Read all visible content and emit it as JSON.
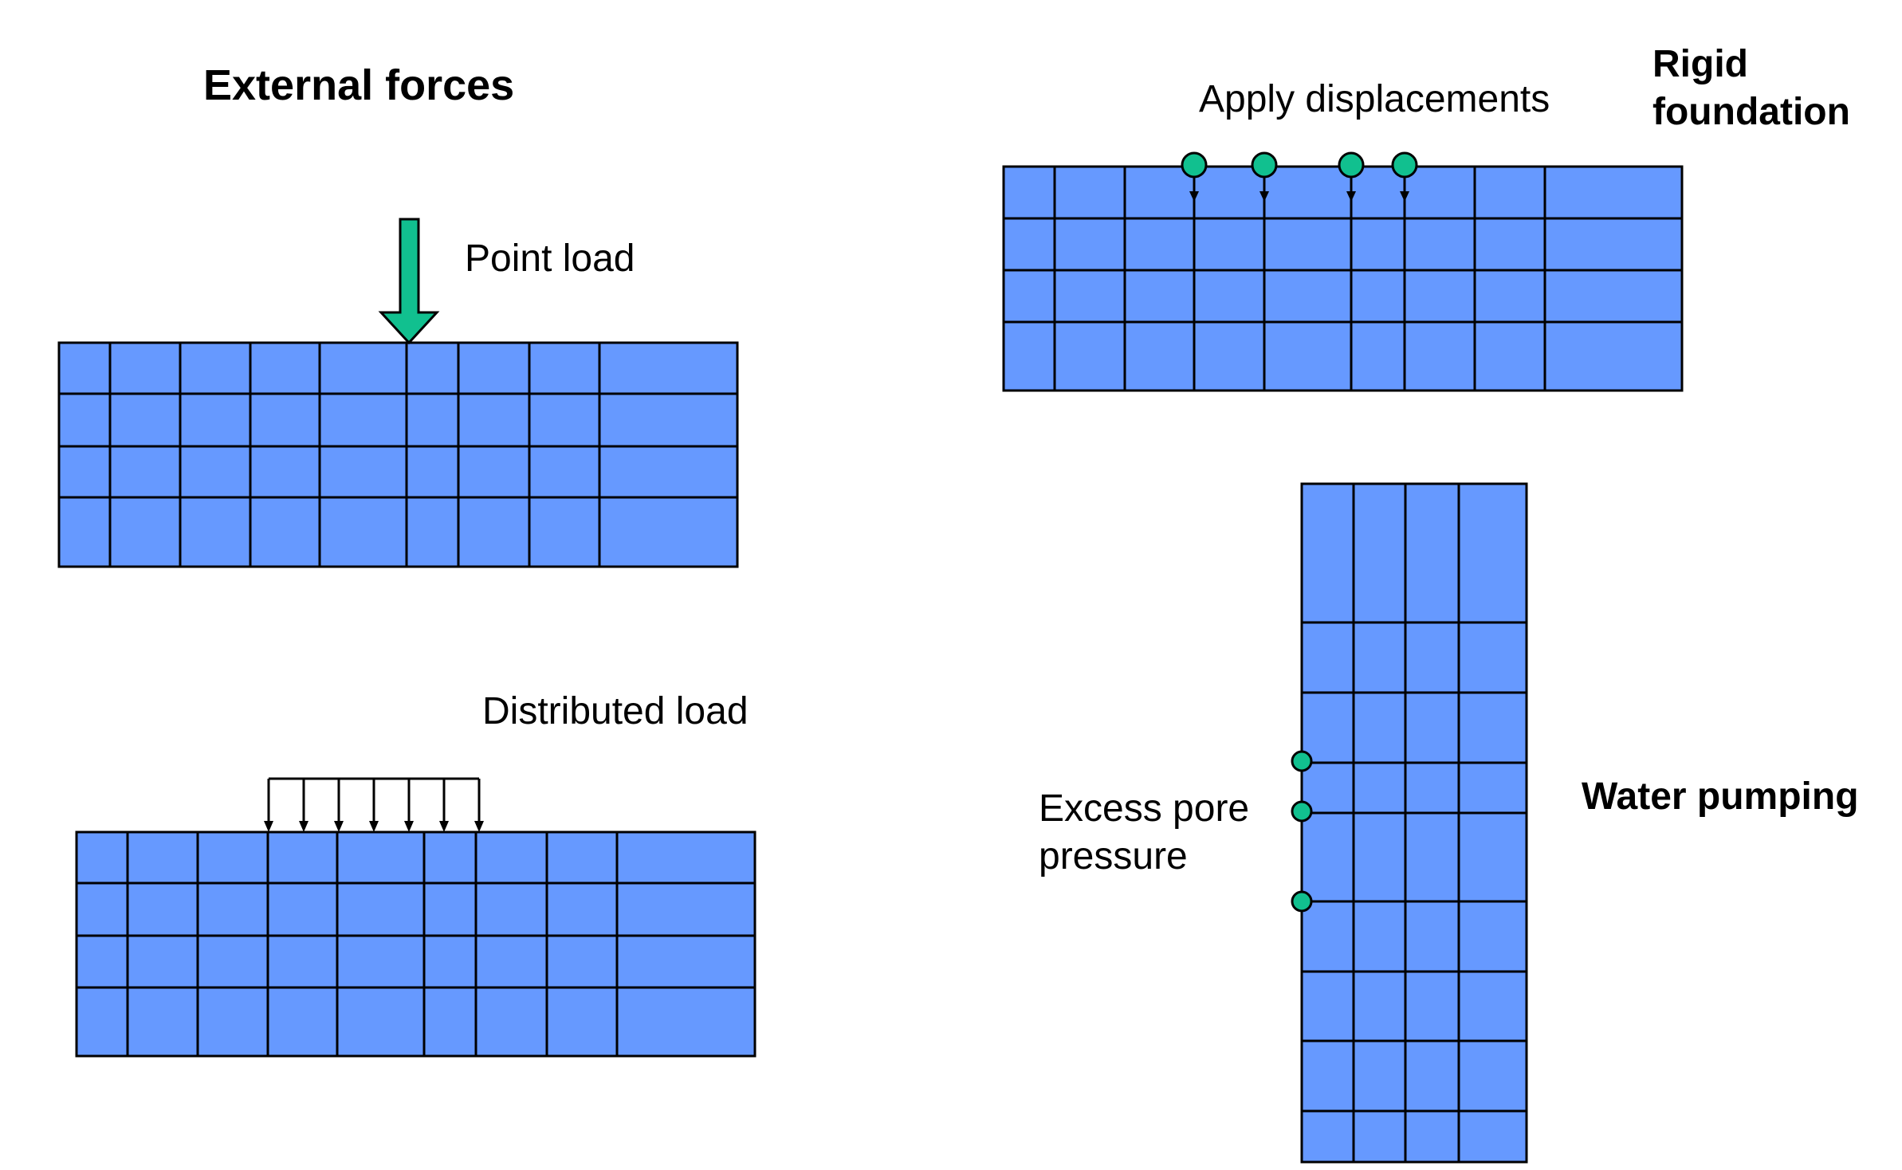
{
  "labels": {
    "external_forces": "External forces",
    "point_load": "Point load",
    "distributed_load": "Distributed load",
    "apply_displacements": "Apply displacements",
    "rigid_foundation_line1": "Rigid",
    "rigid_foundation_line2": "foundation",
    "excess_pore_line1": "Excess pore",
    "excess_pore_line2": "pressure",
    "water_pumping": "Water pumping"
  },
  "colors": {
    "mesh_fill": "#6699ff",
    "mesh_line": "#000000",
    "marker_fill": "#11c08f",
    "arrow_fill": "#11c08f"
  }
}
